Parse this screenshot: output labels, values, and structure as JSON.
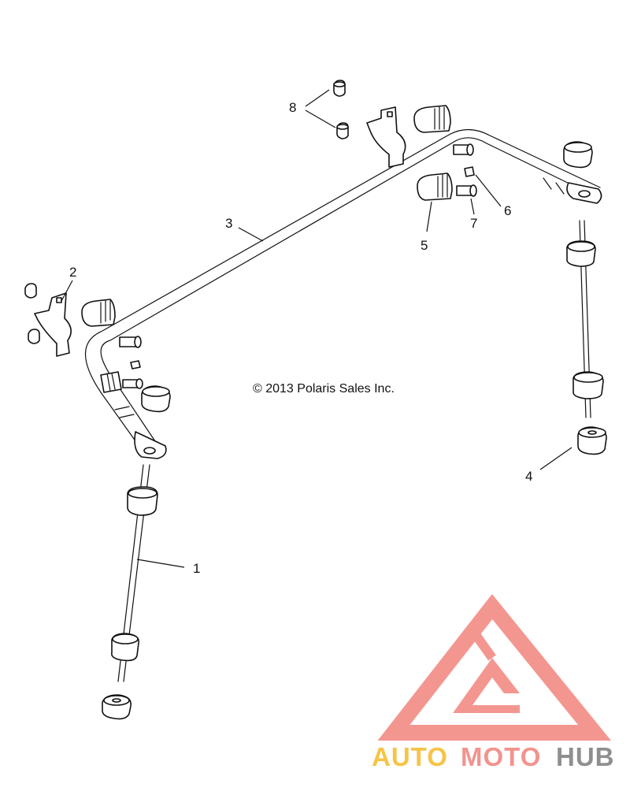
{
  "diagram": {
    "copyright": "© 2013 Polaris Sales Inc.",
    "callouts": [
      {
        "id": "1",
        "label": "1"
      },
      {
        "id": "2",
        "label": "2"
      },
      {
        "id": "3",
        "label": "3"
      },
      {
        "id": "4",
        "label": "4"
      },
      {
        "id": "5",
        "label": "5"
      },
      {
        "id": "6",
        "label": "6"
      },
      {
        "id": "7",
        "label": "7"
      },
      {
        "id": "8",
        "label": "8"
      }
    ]
  },
  "watermark": {
    "words": [
      "AUTO",
      "MOTO",
      "HUB"
    ],
    "colors": {
      "auto": "#f6c13d",
      "moto": "#f28e88",
      "hub": "#8a8a8a",
      "mark": "#f4918b"
    }
  }
}
